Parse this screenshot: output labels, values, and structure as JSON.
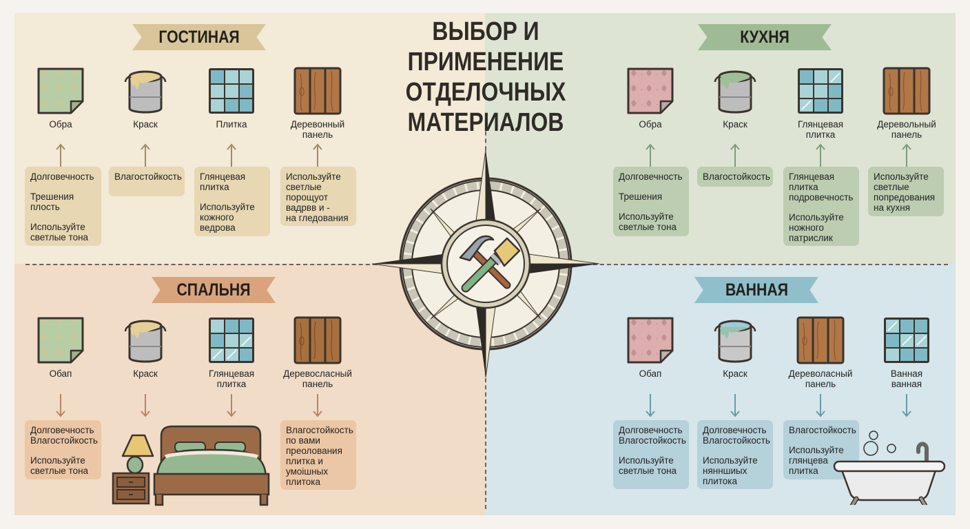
{
  "title": "ВЫБОР И ПРИМЕНЕНИЕ\nОТДЕЛОЧНЫХ\nМАТЕРИАЛОВ",
  "title_lines": [
    "ВЫБОР И ПРИМЕНЕНИЕ",
    "ОТДЕЛОЧНЫХ",
    "МАТЕРИАЛОВ"
  ],
  "colors": {
    "living_bg": "#f3ead7",
    "living_accent": "#d8c59a",
    "kitchen_bg": "#dde4d4",
    "kitchen_accent": "#9fbb95",
    "bedroom_bg": "#f1dcc7",
    "bedroom_accent": "#d9a47d",
    "bath_bg": "#d6e6ea",
    "bath_accent": "#8fbfcb"
  },
  "center_icon": "compass-rose-with-hammer-and-paintbrush",
  "rooms": {
    "living": {
      "name": "ГОСТИНАЯ",
      "arrow_direction": "up",
      "materials": [
        {
          "icon": "wallpaper-icon",
          "label": "Обра",
          "notes": [
            "Долговечность",
            "Трешения\nплость",
            "Используйте\nсветлые тона"
          ]
        },
        {
          "icon": "paint-can-icon",
          "label": "Краск",
          "notes": [
            "Влагостойкость"
          ]
        },
        {
          "icon": "tile-icon",
          "label": "Плитка",
          "notes": [
            "Глянцевая\nплитка",
            "Используйте\nкожного\nведрова"
          ]
        },
        {
          "icon": "wood-panel-icon",
          "label": "Деревонный\nпанель",
          "notes": [
            "Используйте\nсветлые\nпорощуот\nвадрвв и -\nна гледования"
          ]
        }
      ]
    },
    "kitchen": {
      "name": "КУХНЯ",
      "arrow_direction": "up",
      "materials": [
        {
          "icon": "wallpaper-icon",
          "label": "Обра",
          "notes": [
            "Долговечность",
            "Трешения",
            "Используйте\nсветлые тона"
          ]
        },
        {
          "icon": "paint-can-icon",
          "label": "Краск",
          "notes": [
            "Влагостойкость"
          ]
        },
        {
          "icon": "tile-icon",
          "label": "Глянцевая\nплитка",
          "notes": [
            "Глянцевая\nплитка\nподровечность",
            "Используйте\nножного\nпатрислик"
          ]
        },
        {
          "icon": "wood-panel-icon",
          "label": "Деревольный\nпанель",
          "notes": [
            "Используйте\nсветлые\nпопредования\nна кухня"
          ]
        }
      ]
    },
    "bedroom": {
      "name": "СПАЛЬНЯ",
      "arrow_direction": "down",
      "illustration": "bed-and-nightstand-lamp",
      "materials": [
        {
          "icon": "wallpaper-icon",
          "label": "Обап",
          "notes": [
            "Долговечность\nВлагостойкость",
            "Используйте\nсветлые тона"
          ]
        },
        {
          "icon": "paint-can-icon",
          "label": "Краск",
          "notes": []
        },
        {
          "icon": "tile-icon",
          "label": "Глянцевая\nплитка",
          "notes": []
        },
        {
          "icon": "wood-panel-icon",
          "label": "Деревоcласный\nпанель",
          "notes": [
            "Влагостойкость\nпо вами\nпреолования\nплитка и\nумоiшных\nплитока"
          ]
        }
      ]
    },
    "bath": {
      "name": "ВАННАЯ",
      "arrow_direction": "down",
      "illustration": "bathtub-with-bubbles",
      "materials": [
        {
          "icon": "wallpaper-icon",
          "label": "Обап",
          "notes": [
            "Долговечность\nВлагостойкость",
            "Используйте\nсветлые тона"
          ]
        },
        {
          "icon": "paint-can-icon",
          "label": "Краск",
          "notes": [
            "Долговечность\nВлагостойкость",
            "Используйте\nнянншиых\nплитока"
          ]
        },
        {
          "icon": "wood-panel-icon",
          "label": "Дереволасный\nпанель",
          "notes": [
            "Влагостойкость",
            "Используйте\nглянцева\nплитка"
          ]
        },
        {
          "icon": "tile-icon",
          "label": "Ванная\nванная",
          "notes": []
        }
      ]
    }
  }
}
